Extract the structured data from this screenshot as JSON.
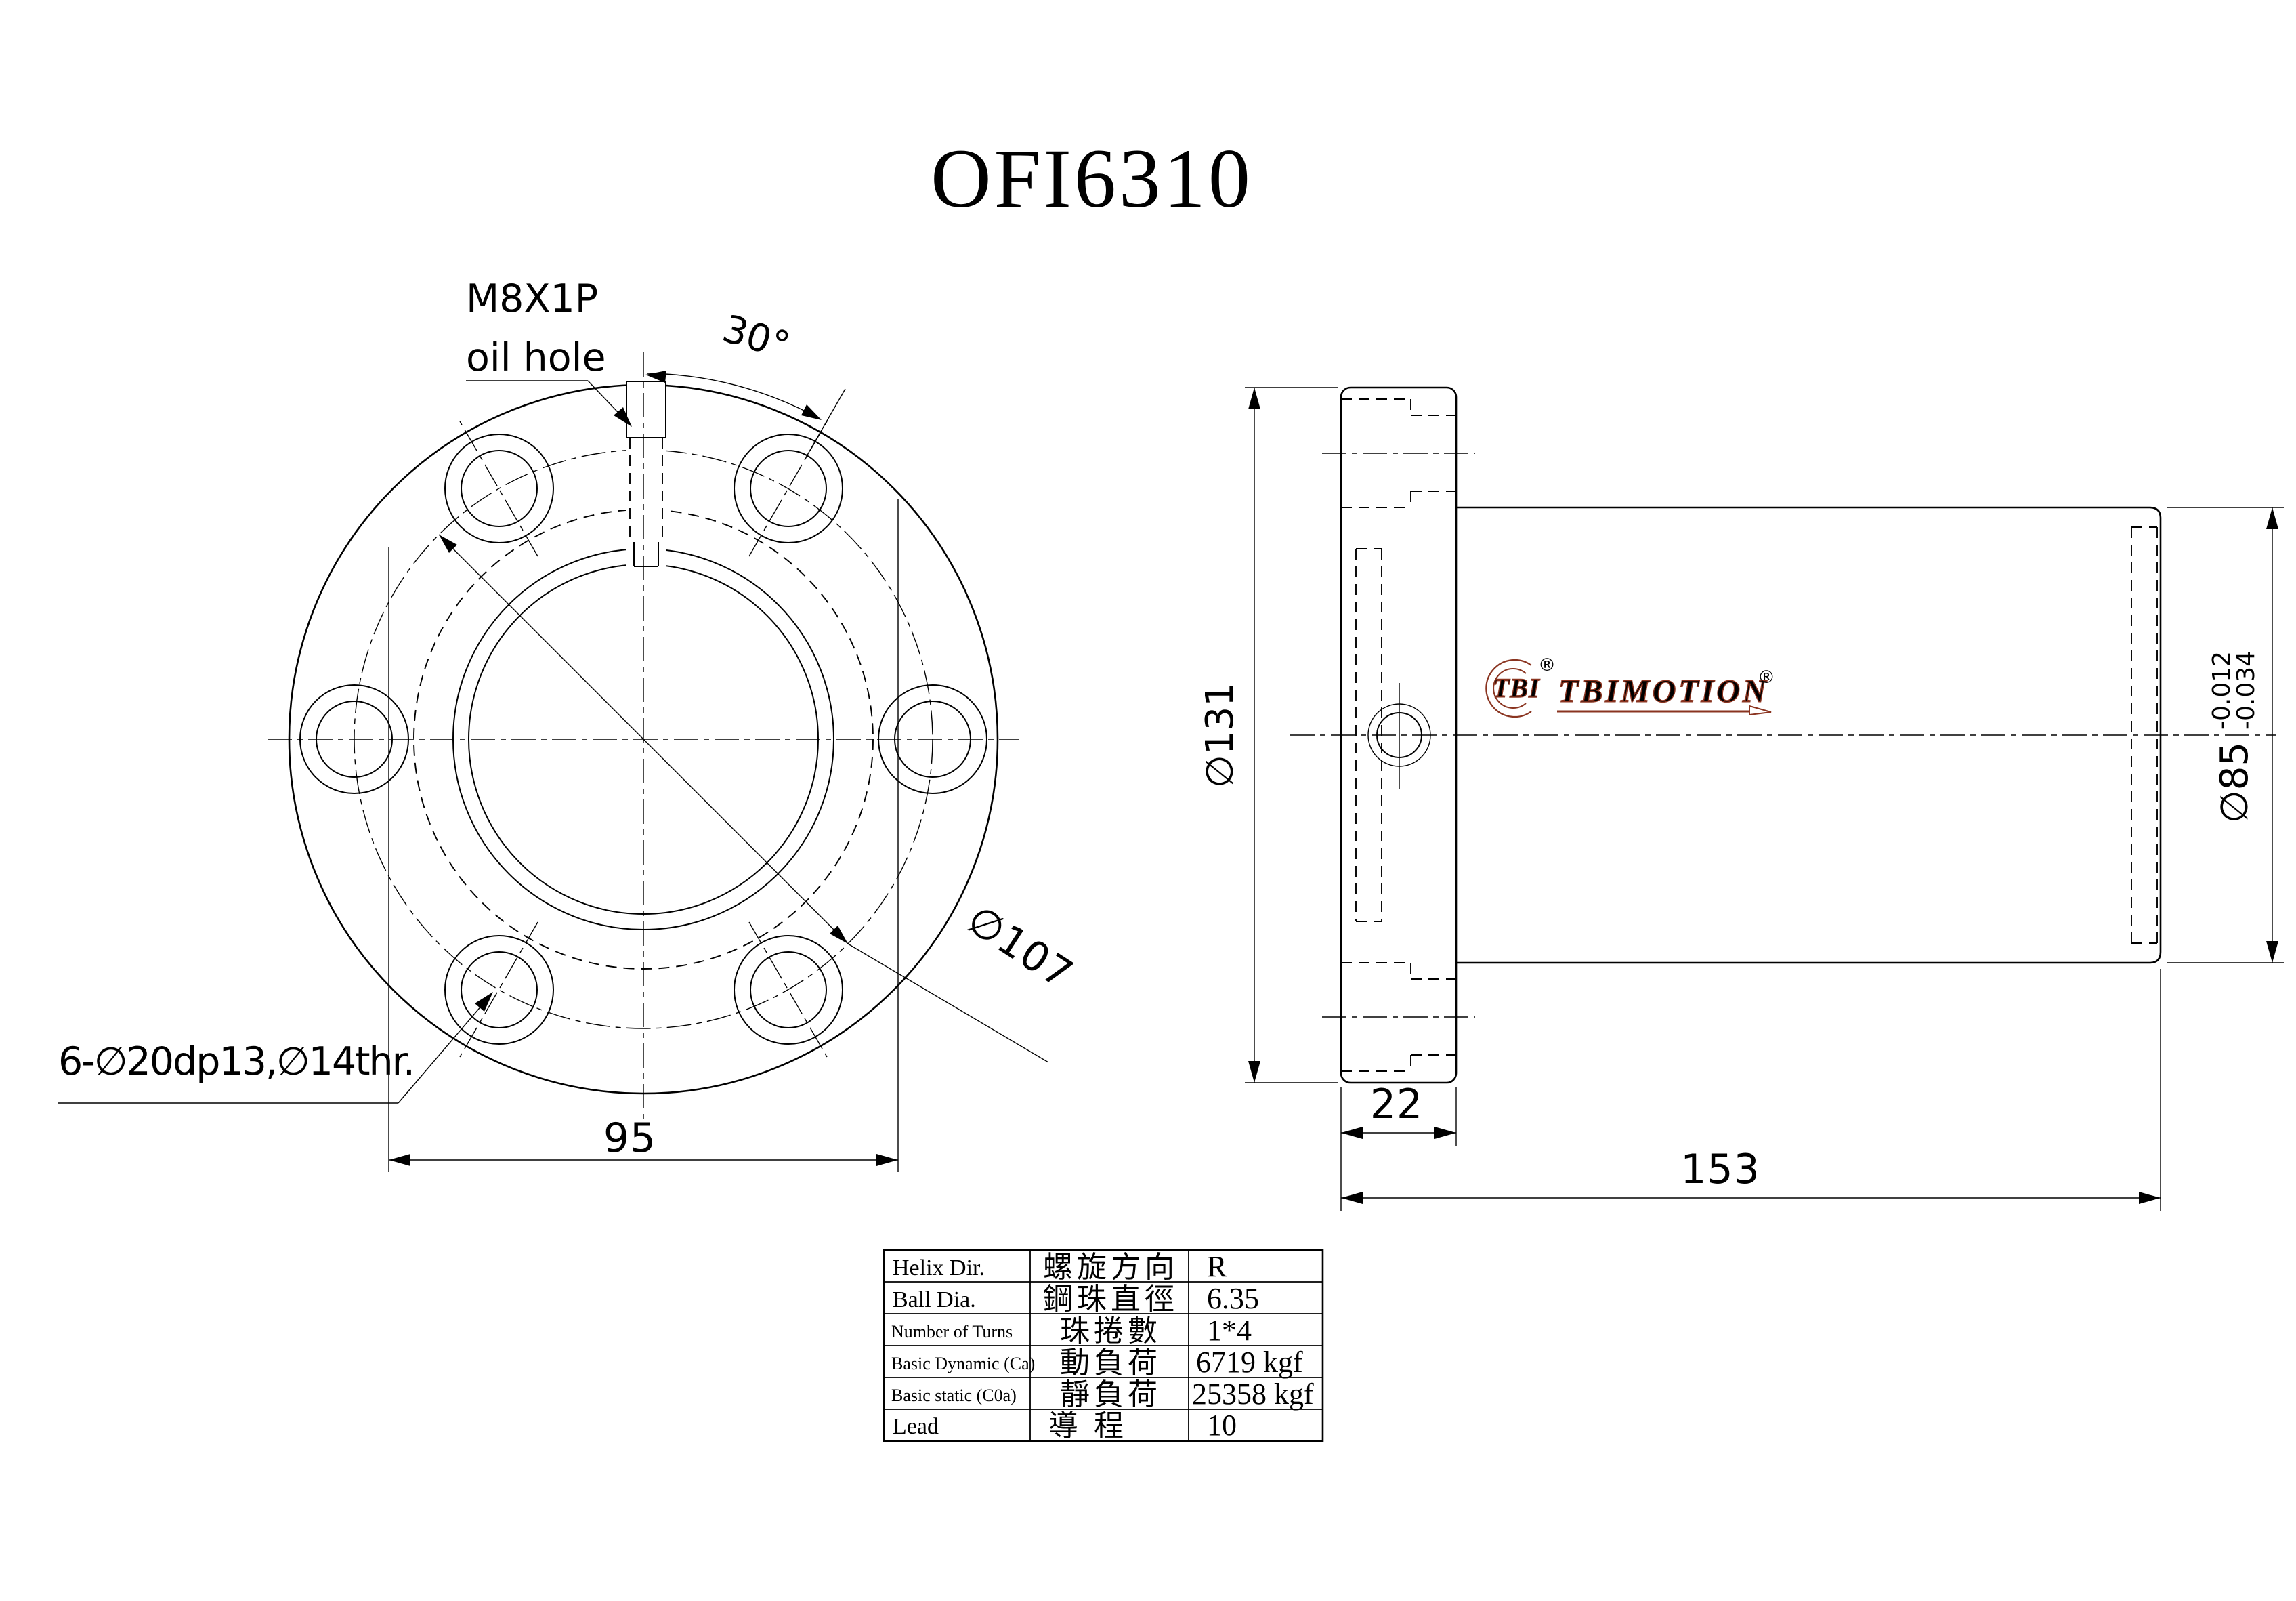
{
  "title": "OFI6310",
  "front_view": {
    "oil_hole_label_line1": "M8X1P",
    "oil_hole_label_line2": "oil hole",
    "angle_dim": "30°",
    "bolt_hole_label": "6-∅20dp13,∅14thr.",
    "bolt_circle_dia": "∅107",
    "width_dim": "95"
  },
  "side_view": {
    "flange_dia": "∅131",
    "body_dia": "∅85",
    "body_dia_tol_upper": "-0.012",
    "body_dia_tol_lower": "-0.034",
    "flange_thickness_dim": "22",
    "total_length_dim": "153"
  },
  "logo": {
    "tbi": "TBI",
    "brand": "TBIMOTION",
    "reg": "®",
    "color": "#8a3420"
  },
  "spec_table": {
    "rows": [
      {
        "en": "Helix  Dir.",
        "zh": "螺旋方向",
        "value": "R"
      },
      {
        "en": "Ball Dia.",
        "zh": "鋼珠直徑",
        "value": "6.35"
      },
      {
        "en": "Number of Turns",
        "zh": "珠捲數",
        "value": "1*4"
      },
      {
        "en": "Basic Dynamic (Ca)",
        "zh": "動負荷",
        "value": "6719 kgf"
      },
      {
        "en": "Basic static (C0a)",
        "zh": "靜負荷",
        "value": "25358 kgf"
      },
      {
        "en": "Lead",
        "zh": "導  程",
        "value": "10"
      }
    ]
  }
}
